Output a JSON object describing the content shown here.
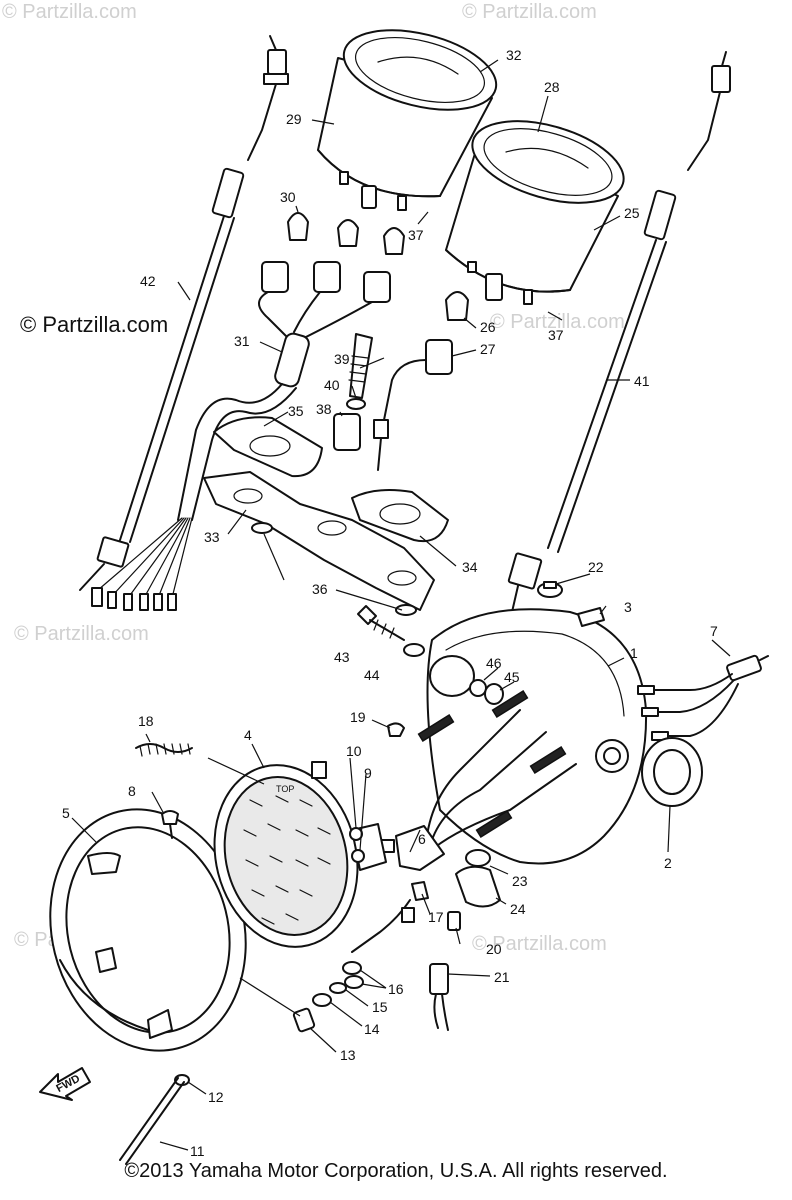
{
  "watermarks": {
    "main": "© Partzilla.com",
    "faint": "© Partzilla.com"
  },
  "copyright": "©2013  Yamaha Motor Corporation, U.S.A. All rights reserved.",
  "direction_badge": "FWD",
  "headlight_mark": "TOP",
  "callouts": {
    "c1": "1",
    "c2": "2",
    "c3": "3",
    "c4": "4",
    "c5": "5",
    "c6": "6",
    "c7": "7",
    "c8": "8",
    "c9": "9",
    "c10": "10",
    "c11": "11",
    "c12": "12",
    "c13": "13",
    "c14": "14",
    "c15": "15",
    "c16": "16",
    "c17": "17",
    "c18": "18",
    "c19": "19",
    "c20": "20",
    "c21": "21",
    "c22": "22",
    "c23": "23",
    "c24": "24",
    "c25": "25",
    "c26": "26",
    "c27": "27",
    "c28": "28",
    "c29": "29",
    "c30": "30",
    "c31": "31",
    "c32": "32",
    "c33": "33",
    "c34": "34",
    "c35": "35",
    "c36": "36",
    "c37a": "37",
    "c37b": "37",
    "c38": "38",
    "c39": "39",
    "c40": "40",
    "c41": "41",
    "c42": "42",
    "c43": "43",
    "c44": "44",
    "c45": "45",
    "c46": "46"
  }
}
